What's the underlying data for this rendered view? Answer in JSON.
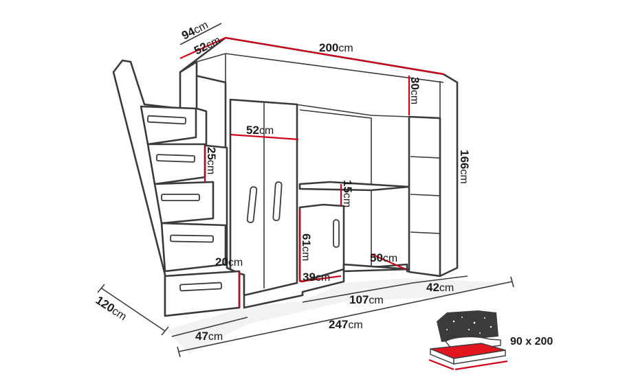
{
  "dimensions": {
    "top_depth_outer": {
      "value": "94",
      "unit": "cm"
    },
    "top_depth_inner": {
      "value": "52",
      "unit": "cm"
    },
    "top_width": {
      "value": "200",
      "unit": "cm"
    },
    "shelf_gap": {
      "value": "30",
      "unit": "cm"
    },
    "height": {
      "value": "166",
      "unit": "cm"
    },
    "wardrobe_width": {
      "value": "52",
      "unit": "cm"
    },
    "step_height": {
      "value": "25",
      "unit": "cm"
    },
    "drawer_gap": {
      "value": "15",
      "unit": "cm"
    },
    "cabinet_height": {
      "value": "61",
      "unit": "cm"
    },
    "desk_depth": {
      "value": "50",
      "unit": "cm"
    },
    "bottom_step": {
      "value": "20",
      "unit": "cm"
    },
    "cabinet_width": {
      "value": "39",
      "unit": "cm"
    },
    "desk_width": {
      "value": "107",
      "unit": "cm"
    },
    "shelf_width": {
      "value": "42",
      "unit": "cm"
    },
    "stairs_depth": {
      "value": "120",
      "unit": "cm"
    },
    "stairs_width": {
      "value": "47",
      "unit": "cm"
    },
    "total_length": {
      "value": "247",
      "unit": "cm"
    }
  },
  "mattress": {
    "size_label": "90 x 200"
  }
}
